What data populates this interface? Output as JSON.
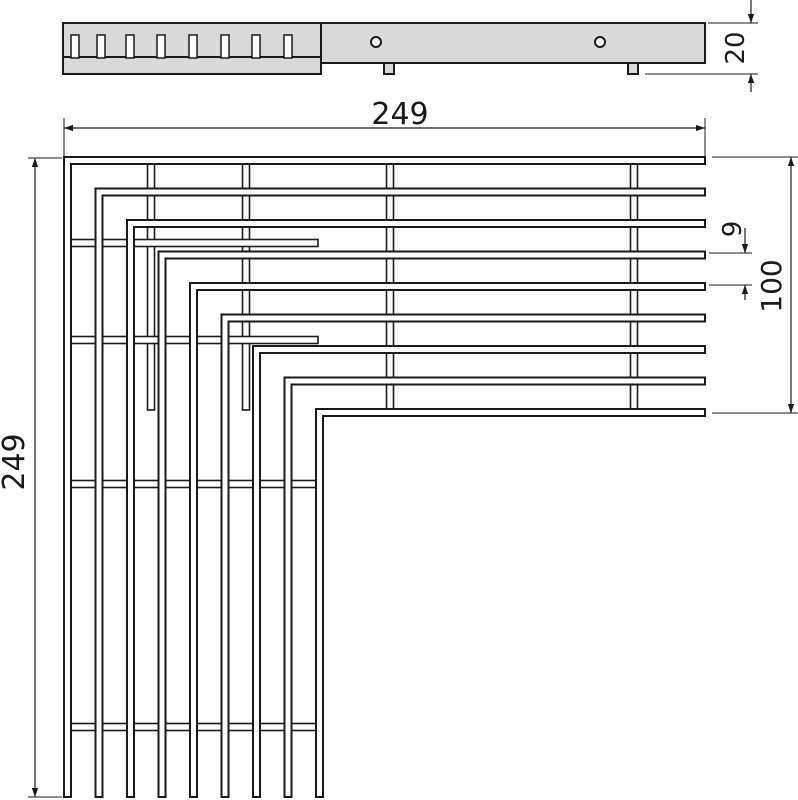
{
  "drawing": {
    "dimensions": {
      "height": "20",
      "width": "249",
      "depth": "249",
      "gap": "9",
      "arm": "100"
    },
    "colors": {
      "outline": "#1a1a1a",
      "fill_side": "#d9d9d9",
      "fill_bar": "#ffffff",
      "background": "#ffffff"
    }
  }
}
